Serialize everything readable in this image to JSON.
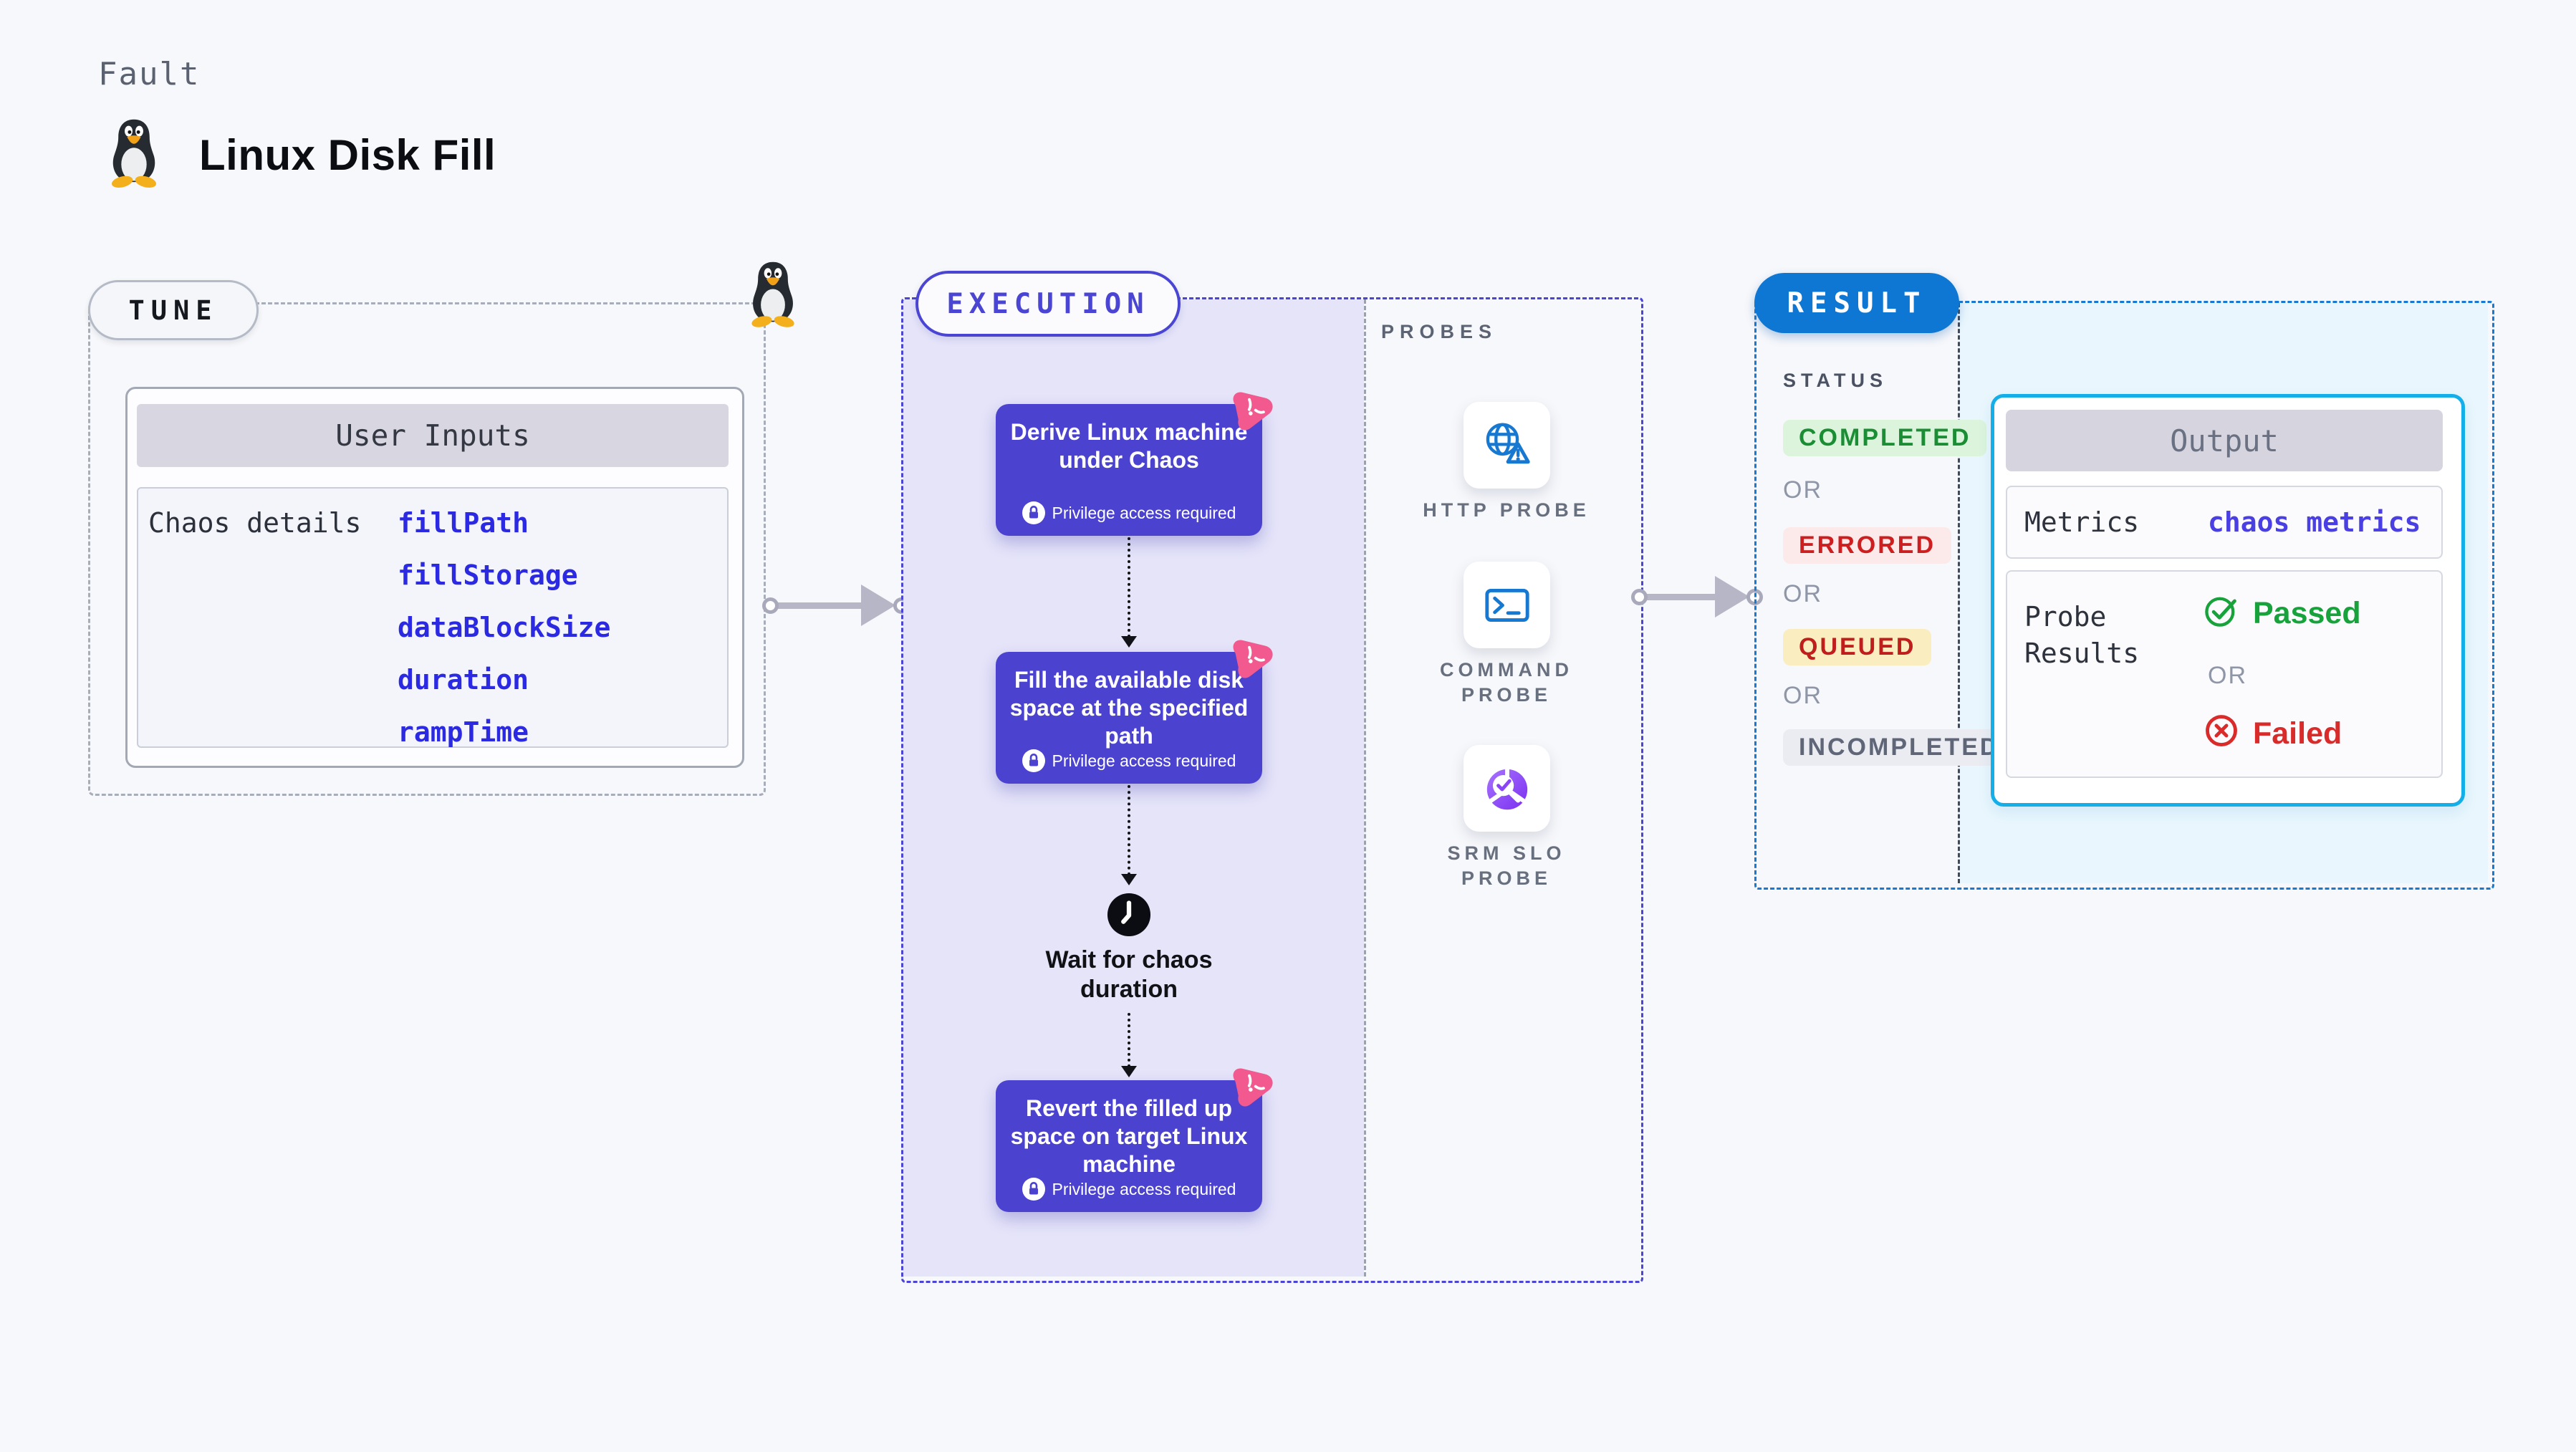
{
  "header": {
    "eyebrow": "Fault",
    "title": "Linux Disk Fill"
  },
  "tune": {
    "label": "TUNE",
    "user_inputs": {
      "header": "User Inputs",
      "row_label": "Chaos details",
      "params": [
        "fillPath",
        "fillStorage",
        "dataBlockSize",
        "duration",
        "rampTime"
      ]
    }
  },
  "execution": {
    "label": "EXECUTION",
    "steps": [
      {
        "title": "Derive Linux machine under Chaos",
        "badge": "Privilege access required"
      },
      {
        "title": "Fill the available disk space at the specified path",
        "badge": "Privilege access required"
      },
      {
        "title": "Revert the filled up space on target Linux machine",
        "badge": "Privilege access required"
      }
    ],
    "wait_label": "Wait for chaos duration"
  },
  "probes": {
    "label": "PROBES",
    "items": [
      {
        "name": "HTTP PROBE",
        "icon": "globe-warning-icon"
      },
      {
        "name": "COMMAND PROBE",
        "icon": "terminal-icon"
      },
      {
        "name": "SRM SLO PROBE",
        "icon": "slo-pie-check-icon"
      }
    ]
  },
  "result": {
    "label": "RESULT",
    "status": {
      "heading": "STATUS",
      "or": "OR",
      "badges": [
        {
          "label": "COMPLETED",
          "fg": "#1b8e35",
          "bg": "#dcf4dc"
        },
        {
          "label": "ERRORED",
          "fg": "#cd1f1f",
          "bg": "#fceaea"
        },
        {
          "label": "QUEUED",
          "fg": "#c01d1d",
          "bg": "#faeec0"
        },
        {
          "label": "INCOMPLETED",
          "fg": "#5f6678",
          "bg": "#ebecf2"
        }
      ]
    },
    "output": {
      "header": "Output",
      "metrics_label": "Metrics",
      "metrics_link": "chaos metrics",
      "probe_results_label": "Probe Results",
      "passed_label": "Passed",
      "or": "OR",
      "failed_label": "Failed"
    }
  },
  "colors": {
    "page_bg": "#f7f8fb",
    "step_box": "#4b43d0",
    "execution_accent": "#4a45d3",
    "execution_fill": "#e5e4f9",
    "result_accent": "#1879d3",
    "result_pill_bg": "#0e76d3",
    "result_fill": "#e9f6fd",
    "output_border": "#14aee8",
    "param_link": "#2b2ae2",
    "metrics_link": "#4a3fe2",
    "passed_green": "#17a23b",
    "failed_red": "#da2b2b",
    "probe_icon_blue": "#1778d2",
    "litmus_pink": "#f2598e",
    "arrow_grey": "#b6b6c6"
  }
}
